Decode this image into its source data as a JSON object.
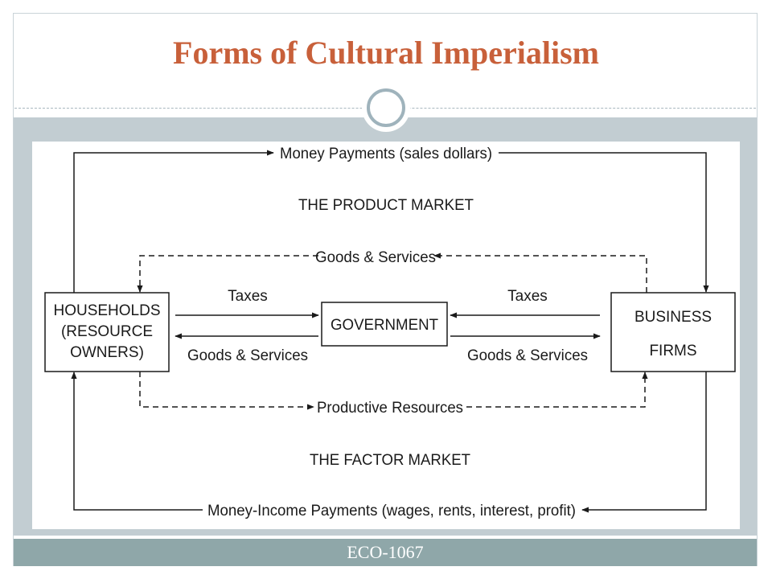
{
  "slide": {
    "title": "Forms of Cultural Imperialism",
    "footer": "ECO-1067"
  },
  "diagram": {
    "nodes": {
      "households": [
        "HOUSEHOLDS",
        "(RESOURCE",
        "OWNERS)"
      ],
      "government": "GOVERNMENT",
      "business": [
        "BUSINESS",
        "FIRMS"
      ]
    },
    "markets": {
      "product": "THE PRODUCT MARKET",
      "factor": "THE FACTOR MARKET"
    },
    "flows": {
      "money_payments": "Money Payments (sales dollars)",
      "goods_services_top": "Goods & Services",
      "taxes_left": "Taxes",
      "goods_services_left": "Goods & Services",
      "taxes_right": "Taxes",
      "goods_services_right": "Goods & Services",
      "productive_resources": "Productive Resources",
      "money_income": "Money-Income Payments (wages, rents, interest, profit)"
    }
  }
}
